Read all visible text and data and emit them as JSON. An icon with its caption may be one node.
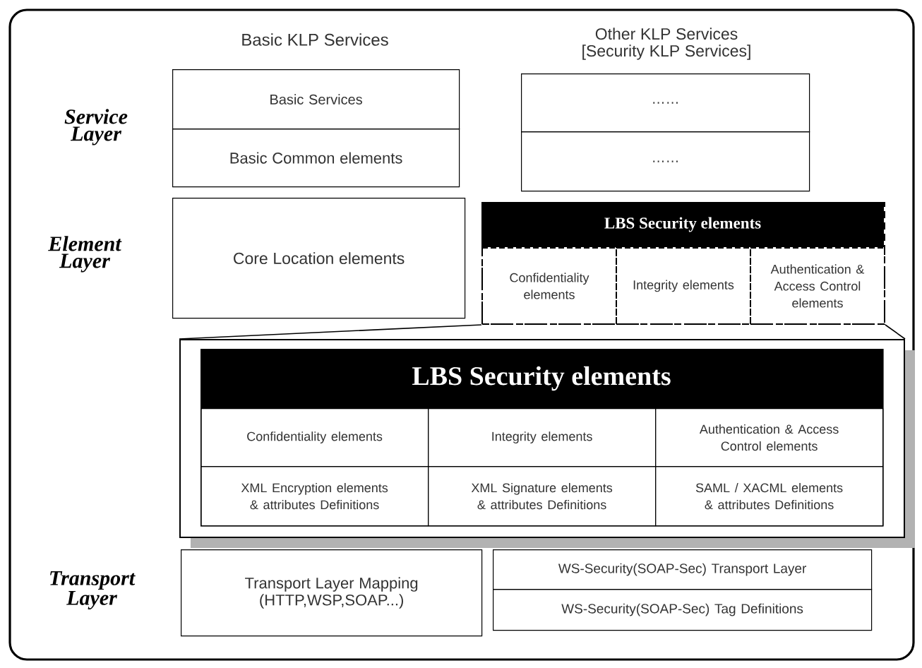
{
  "diagram": {
    "nodes": [
      {
        "text": [
          "Basic Services"
        ]
      },
      {
        "text": [
          "Basic Common elements"
        ]
      },
      {
        "text": [
          "……"
        ]
      },
      {
        "text": [
          "……"
        ]
      },
      {
        "text": [
          "Core Location elements"
        ]
      },
      {
        "text": [
          "LBS Security elements"
        ]
      },
      {
        "text": [
          "Confidentiality elements"
        ],
        "in": 5
      },
      {
        "text": [
          "Integrity elements"
        ],
        "in": 5
      },
      {
        "text": [
          "Authentication & Access Control elements"
        ],
        "in": 5
      },
      {
        "text": [],
        "shape": "box"
      },
      {
        "text": [
          "LBS Security elements"
        ],
        "in": 9
      },
      {
        "text": [
          "Confidentiality elements"
        ],
        "in": 10
      },
      {
        "text": [
          "Integrity elements"
        ],
        "in": 10
      },
      {
        "text": [
          "Authentication & Access Control elements"
        ],
        "in": 10
      },
      {
        "text": [
          "XML Encryption elements & attributes Definitions"
        ],
        "in": 10
      },
      {
        "text": [
          "XML Signature elements & attributes Definitions"
        ],
        "in": 10
      },
      {
        "text": [
          "SAML / XACML elements & attributes Definitions"
        ],
        "in": 10
      },
      {
        "text": [
          "Transport Layer Mapping (HTTP,WSP,SOAP...)"
        ]
      },
      {
        "text": [
          "WS-Security(SOAP-Sec) Transport Layer"
        ]
      },
      {
        "text": [
          "WS-Security(SOAP-Sec) Tag Definitions"
        ]
      }
    ],
    "edges": [
      {
        "from": 5,
        "to": 9,
        "arrow": "none"
      },
      {
        "from": 5,
        "to": 9,
        "arrow": "none"
      }
    ],
    "labels": [
      "Basic KLP Services",
      "Other KLP Services [Security KLP Services]",
      "Service Layer",
      "Element Layer",
      "Transport Layer"
    ]
  }
}
